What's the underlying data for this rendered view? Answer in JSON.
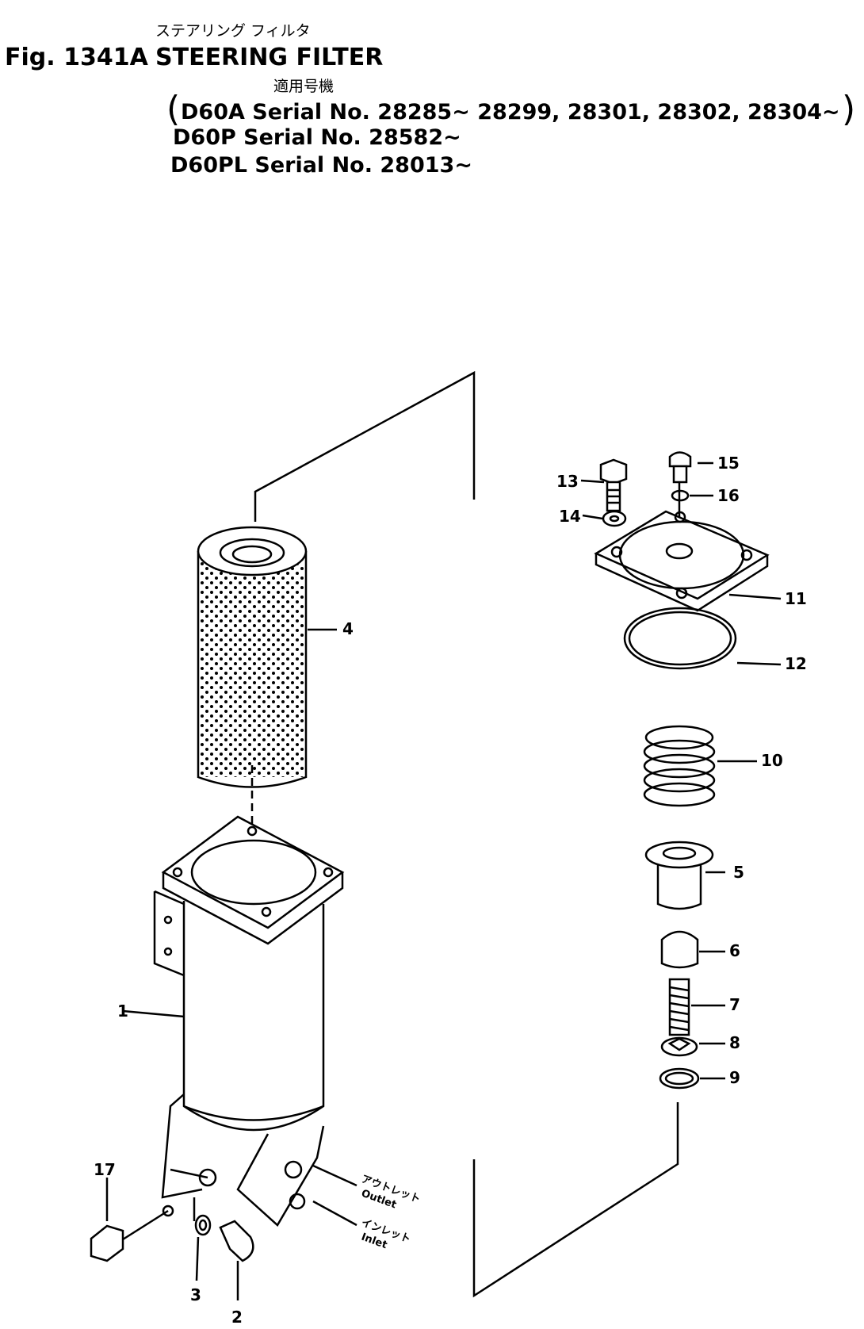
{
  "header": {
    "fig_label": "Fig. 1341A",
    "jp_title": "ステアリング フィルタ",
    "title": "STEERING FILTER",
    "applicable_jp": "適用号機",
    "serials": [
      "D60A Serial No. 28285~ 28299, 28301, 28302, 28304~",
      "D60P Serial No. 28582~",
      "D60PL Serial No. 28013~"
    ]
  },
  "parts": {
    "p1": "1",
    "p2": "2",
    "p3": "3",
    "p4": "4",
    "p5": "5",
    "p6": "6",
    "p7": "7",
    "p8": "8",
    "p9": "9",
    "p10": "10",
    "p11": "11",
    "p12": "12",
    "p13": "13",
    "p14": "14",
    "p15": "15",
    "p16": "16",
    "p17": "17"
  },
  "ports": {
    "outlet_jp": "アウトレット",
    "outlet": "Outlet",
    "inlet_jp": "インレット",
    "inlet": "Inlet"
  }
}
